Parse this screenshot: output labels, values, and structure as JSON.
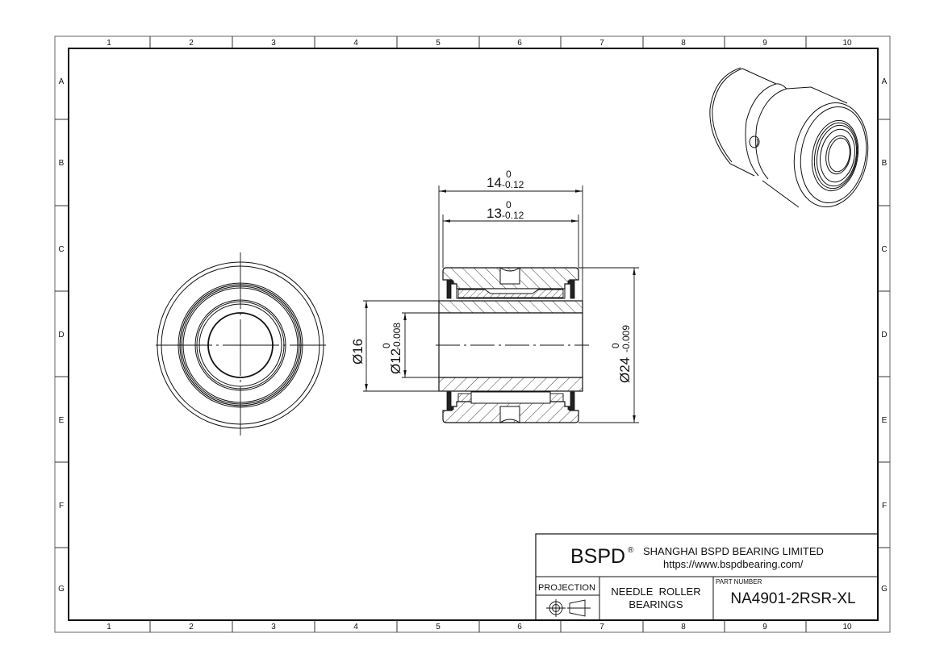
{
  "sheet": {
    "column_labels": [
      "1",
      "2",
      "3",
      "4",
      "5",
      "6",
      "7",
      "8",
      "9",
      "10"
    ],
    "row_labels": [
      "A",
      "B",
      "C",
      "D",
      "E",
      "F",
      "G"
    ]
  },
  "dimensions": {
    "overall_width": {
      "nominal": "14",
      "upper": "0",
      "lower": "-0.12"
    },
    "outer_ring_width": {
      "nominal": "13",
      "upper": "0",
      "lower": "-0.12"
    },
    "inner_ring_od": {
      "label": "Ø16"
    },
    "bore": {
      "nominal": "Ø12",
      "upper": "0",
      "lower": "-0.008"
    },
    "outer_diameter": {
      "nominal": "Ø24",
      "upper": "0",
      "lower": "-0.009"
    }
  },
  "title_block": {
    "brand": "BSPD",
    "registered_mark": "®",
    "company": "SHANGHAI BSPD BEARING LIMITED",
    "url": "https://www.bspdbearing.com/",
    "projection_label": "PROJECTION",
    "description_line1": "NEEDLE  ROLLER",
    "description_line2": "BEARINGS",
    "part_number_label": "PART NUMBER",
    "part_number": "NA4901-2RSR-XL"
  },
  "colors": {
    "line": "#111111",
    "frame_light": "#555555",
    "background": "#ffffff"
  }
}
